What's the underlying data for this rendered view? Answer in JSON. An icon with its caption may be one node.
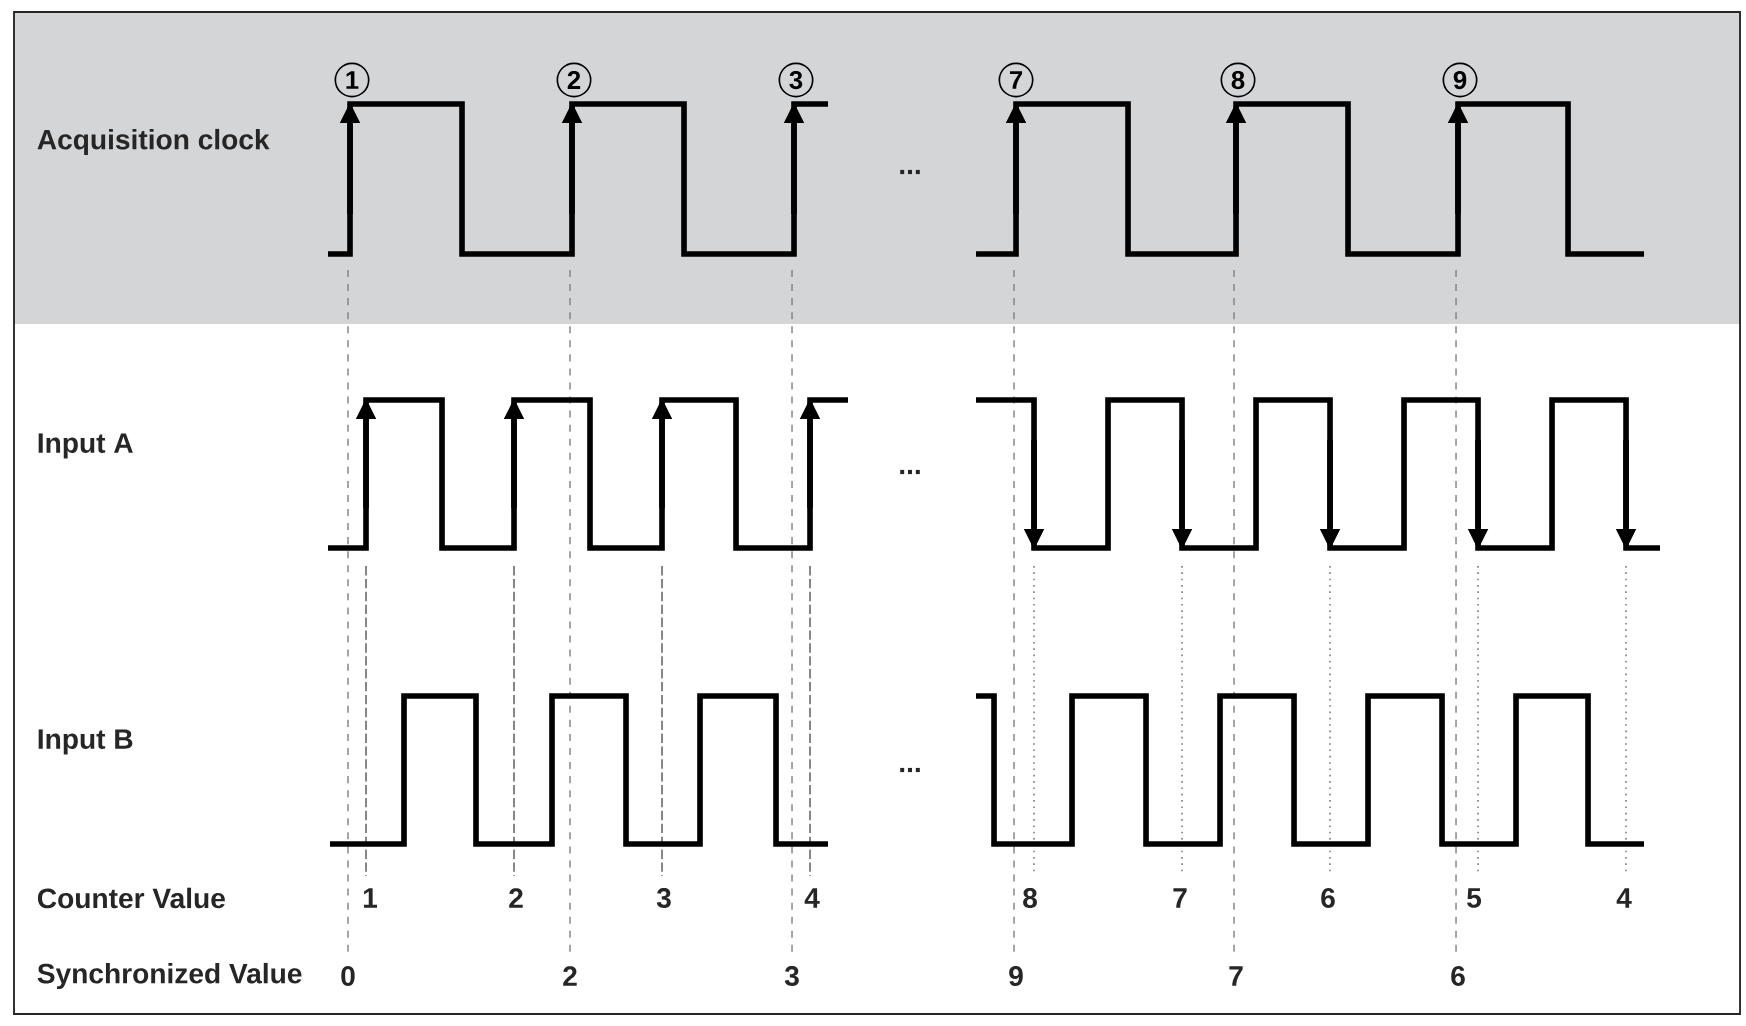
{
  "diagram": {
    "nodes": [
      {
        "text": [
          "1"
        ]
      },
      {
        "text": [
          "2"
        ]
      },
      {
        "text": [
          "3"
        ]
      },
      {
        "text": [
          "7"
        ]
      },
      {
        "text": [
          "8"
        ]
      },
      {
        "text": [
          "9"
        ]
      }
    ],
    "labels": [
      "Acquisition clock",
      "...",
      "Input A",
      "...",
      "Input B",
      "...",
      "Counter Value",
      "1",
      "2",
      "3",
      "4",
      "8",
      "7",
      "6",
      "5",
      "4",
      "Synchronized Value",
      "0",
      "2",
      "3",
      "9",
      "7",
      "6"
    ]
  }
}
